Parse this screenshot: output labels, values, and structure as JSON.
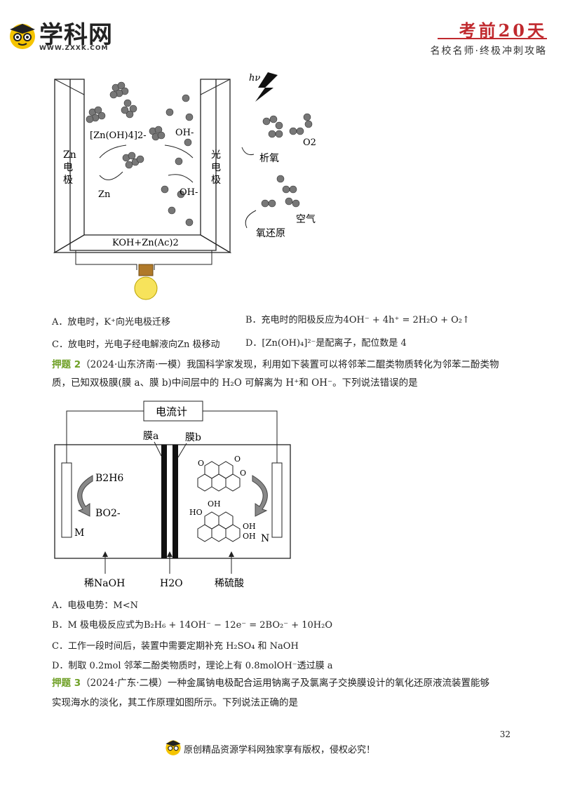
{
  "header": {
    "logo_text": "学科网",
    "logo_url": "WWW.ZXXK.COM",
    "badge": "考前20天",
    "slogan": "名校名师·终极冲刺攻略"
  },
  "figure1": {
    "hv": "hν",
    "zn_electrode": [
      "Zn",
      "电",
      "极"
    ],
    "photo_electrode": [
      "光",
      "电",
      "极"
    ],
    "zn_complex": "[Zn(OH)4]2-",
    "oh_top": "OH-",
    "oh_bottom": "OH-",
    "zn": "Zn",
    "electrolyte": "KOH+Zn(Ac)2",
    "o2": "O2",
    "oxygen_evolution": "析氧",
    "air": "空气",
    "oxygen_reduction": "氧还原"
  },
  "q1_options": {
    "A": "A．放电时，K⁺向光电极迁移",
    "B": "B．充电时的阳极反应为4OH⁻ + 4h⁺ = 2H₂O + O₂↑",
    "C": "C．放电时，光电子经电解液向Zn 极移动",
    "D": "D．[Zn(OH)₄]²⁻是配离子，配位数是 4"
  },
  "q2": {
    "tag": "押题 2",
    "source": "（2024·山东济南·一模）",
    "stem_line1": "我国科学家发现，利用如下装置可以将邻苯二醌类物质转化为邻苯二酚类物",
    "stem_line2": "质，已知双极膜(膜 a、膜 b)中间层中的 H₂O 可解离为 H⁺和 OH⁻。下列说法错误的是"
  },
  "figure2": {
    "meter": "电流计",
    "membrane_a": "膜a",
    "membrane_b": "膜b",
    "b2h6": "B2H6",
    "bo2": "BO2-",
    "m": "M",
    "n": "N",
    "naoh": "稀NaOH",
    "h2o": "H2O",
    "h2so4": "稀硫酸",
    "oh": "OH"
  },
  "q2_options": {
    "A": "A．电极电势：M<N",
    "B": "B．M 极电极反应式为B₂H₆ + 14OH⁻ − 12e⁻ = 2BO₂⁻ + 10H₂O",
    "C": "C．工作一段时间后，装置中需要定期补充 H₂SO₄ 和 NaOH",
    "D": "D．制取 0.2mol 邻苯二酚类物质时，理论上有 0.8molOH⁻透过膜 a"
  },
  "q3": {
    "tag": "押题 3",
    "source": "（2024·广东·二模）",
    "stem_line1": "一种金属钠电极配合运用钠离子及氯离子交换膜设计的氧化还原液流装置能够",
    "stem_line2": "实现海水的淡化，其工作原理如图所示。下列说法正确的是"
  },
  "footer": {
    "page_number": "32",
    "copyright": "原创精品资源学科网独家享有版权，侵权必究！"
  }
}
